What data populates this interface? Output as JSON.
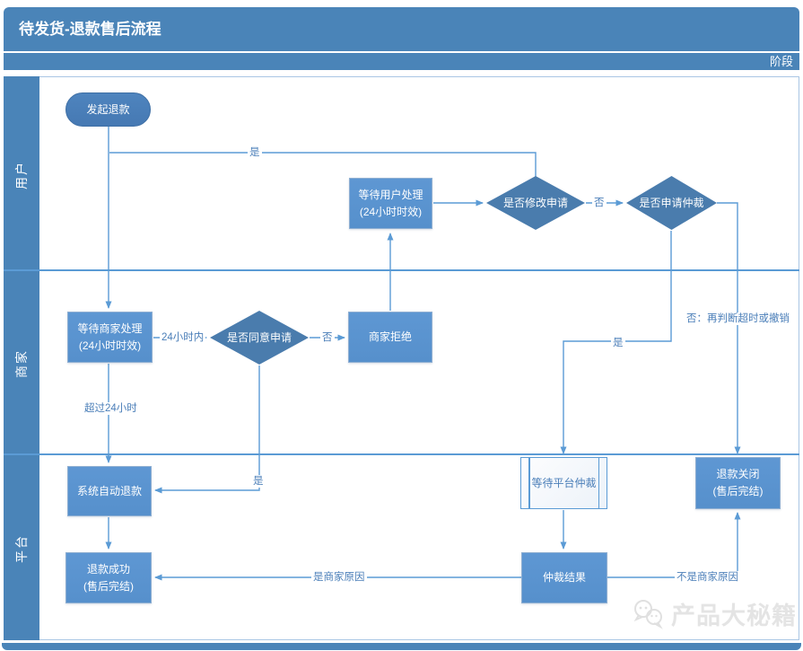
{
  "title": "待发货-退款售后流程",
  "stage_label": "阶段",
  "lanes": {
    "user": "用户",
    "merchant": "商家",
    "platform": "平台"
  },
  "nodes": {
    "start": {
      "label": "发起退款"
    },
    "wait_user": {
      "label": "等待用户处理",
      "sub": "(24小时时效)"
    },
    "modify_decision": {
      "label": "是否修改申请"
    },
    "arbitration_decision": {
      "label": "是否申请仲裁"
    },
    "wait_merchant": {
      "label": "等待商家处理",
      "sub": "(24小时时效)"
    },
    "agree_decision": {
      "label": "是否同意申请"
    },
    "merchant_reject": {
      "label": "商家拒绝"
    },
    "auto_refund": {
      "label": "系统自动退款"
    },
    "refund_success": {
      "label": "退款成功",
      "sub": "(售后完结)"
    },
    "wait_arbitration": {
      "label": "等待平台仲裁"
    },
    "arbitration_result": {
      "label": "仲裁结果"
    },
    "refund_closed": {
      "label": "退款关闭",
      "sub": "(售后完结)"
    }
  },
  "edge_labels": {
    "modify_yes": "是",
    "modify_no": "否",
    "within_24h": "24小时内",
    "agree_no": "否",
    "over_24h": "超过24小时",
    "agree_yes": "是",
    "arbitration_yes": "是",
    "arbitration_no": "否：再判断超时或撤销",
    "merchant_reason": "是商家原因",
    "not_merchant_reason": "不是商家原因"
  },
  "watermark": "产品大秘籍",
  "colors": {
    "header_blue": "#4A84B8",
    "box_fill": "#5B94D0",
    "diamond_fill": "#4A7CAD",
    "start_fill": "#4A80BA",
    "connector_line": "#5B9BD5",
    "edge_label_text": "#4A7EB8",
    "subprocess_text": "#4A7EB8",
    "watermark_gray": "#E4E4E4"
  }
}
